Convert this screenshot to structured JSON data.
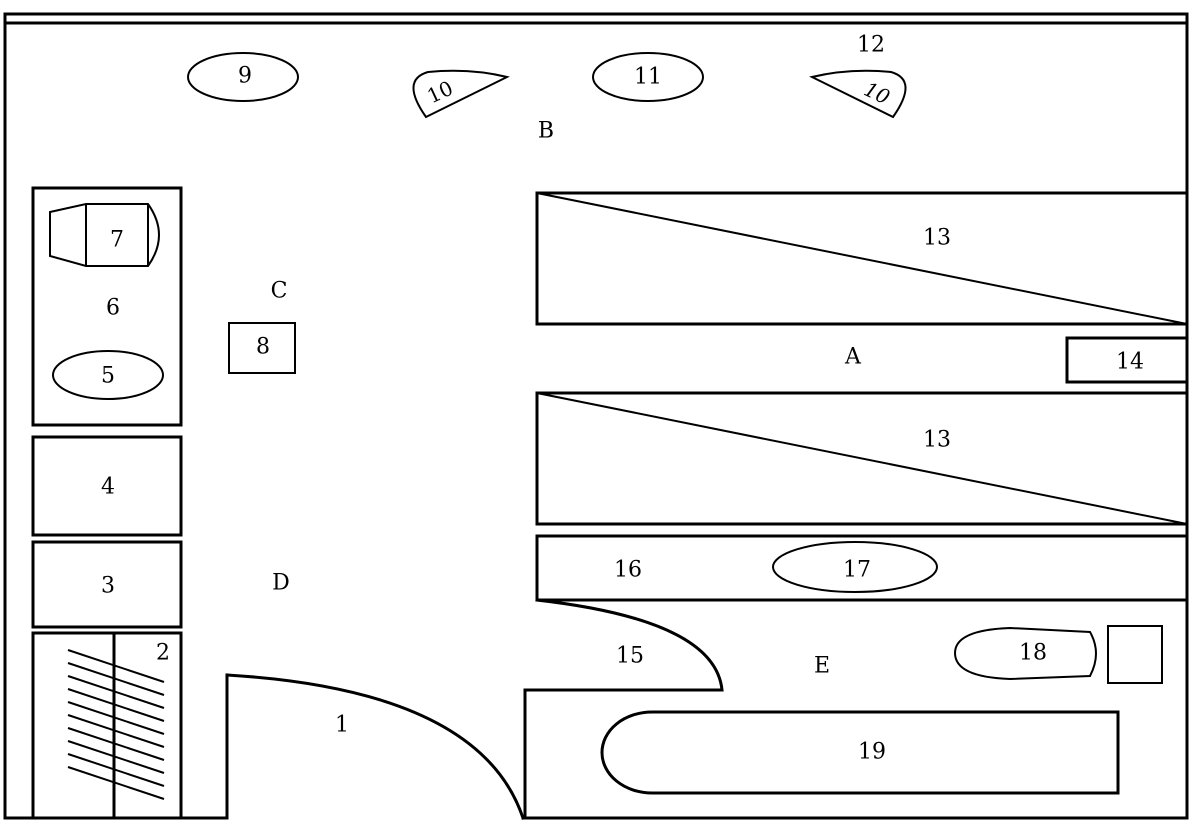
{
  "labels": {
    "n1": "1",
    "n2": "2",
    "n3": "3",
    "n4": "4",
    "n5": "5",
    "n6": "6",
    "n7": "7",
    "n8": "8",
    "n9": "9",
    "n10a": "10",
    "n10b": "10",
    "n11": "11",
    "n12": "12",
    "n13a": "13",
    "n13b": "13",
    "n14": "14",
    "n15": "15",
    "n16": "16",
    "n17": "17",
    "n18": "18",
    "n19": "19",
    "zA": "A",
    "zB": "B",
    "zC": "C",
    "zD": "D",
    "zE": "E"
  }
}
